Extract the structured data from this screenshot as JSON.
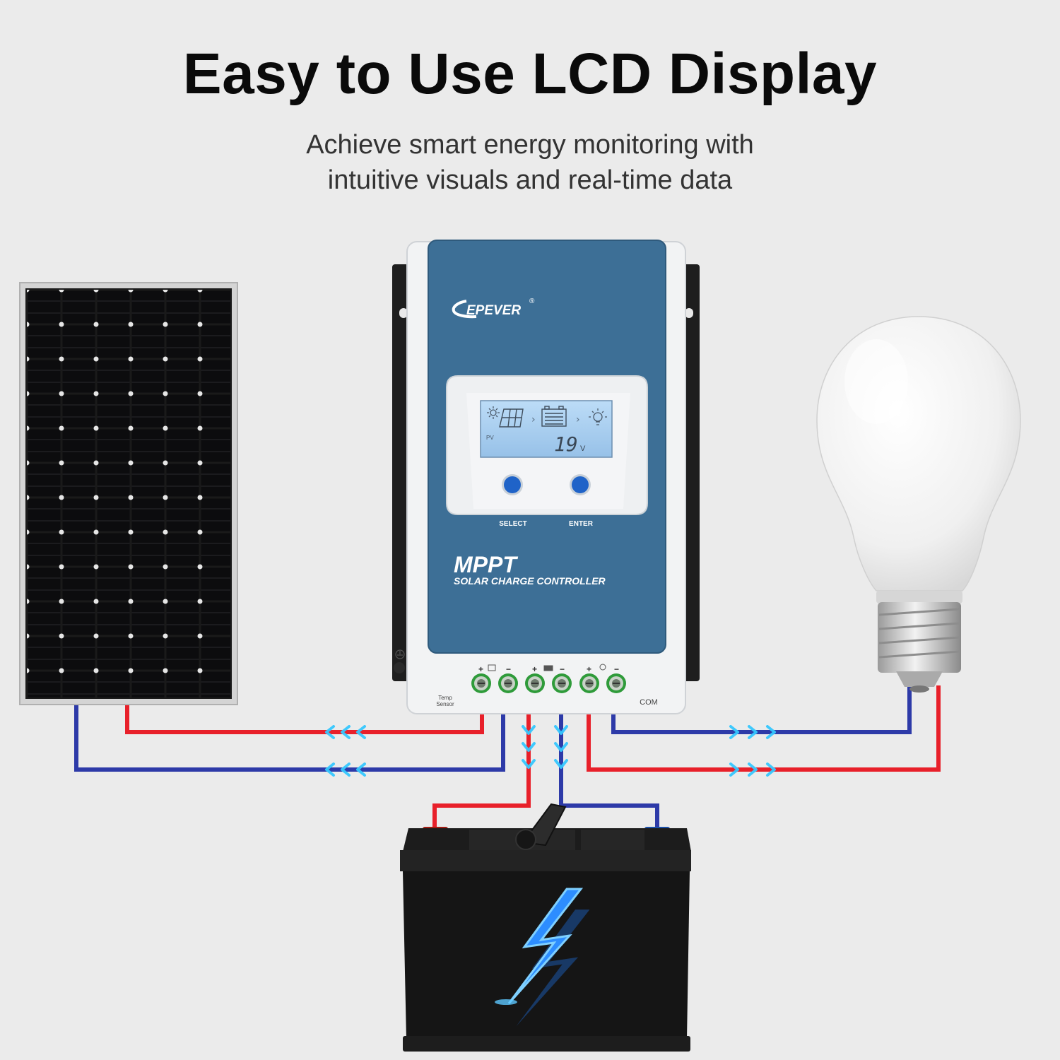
{
  "title": "Easy to Use LCD Display",
  "subtitle": {
    "line1": "Achieve smart energy monitoring with",
    "line2": "intuitive visuals and real-time data"
  },
  "controller": {
    "brand": "EPEVER",
    "registered_mark": "®",
    "lcd": {
      "pv_label": "PV",
      "voltage_value": "19",
      "voltage_unit": "V"
    },
    "buttons": {
      "select_label": "SELECT",
      "enter_label": "ENTER"
    },
    "product_name": "MPPT",
    "product_subtitle": "SOLAR CHARGE CONTROLLER",
    "terminals": {
      "temp_sensor_line1": "Temp",
      "temp_sensor_line2": "Sensor",
      "com_label": "COM",
      "plus": "+",
      "minus": "−"
    }
  },
  "colors": {
    "positive_wire": "#e8202a",
    "negative_wire": "#2d3aa8",
    "flow_arrow": "#36c8ff",
    "controller_face": "#3d6f96",
    "lcd_screen": "#a9cff0"
  },
  "icons": [
    "sun-icon",
    "solar-panel-icon",
    "battery-icon",
    "bulb-icon",
    "lightning-icon",
    "ground-icon"
  ]
}
